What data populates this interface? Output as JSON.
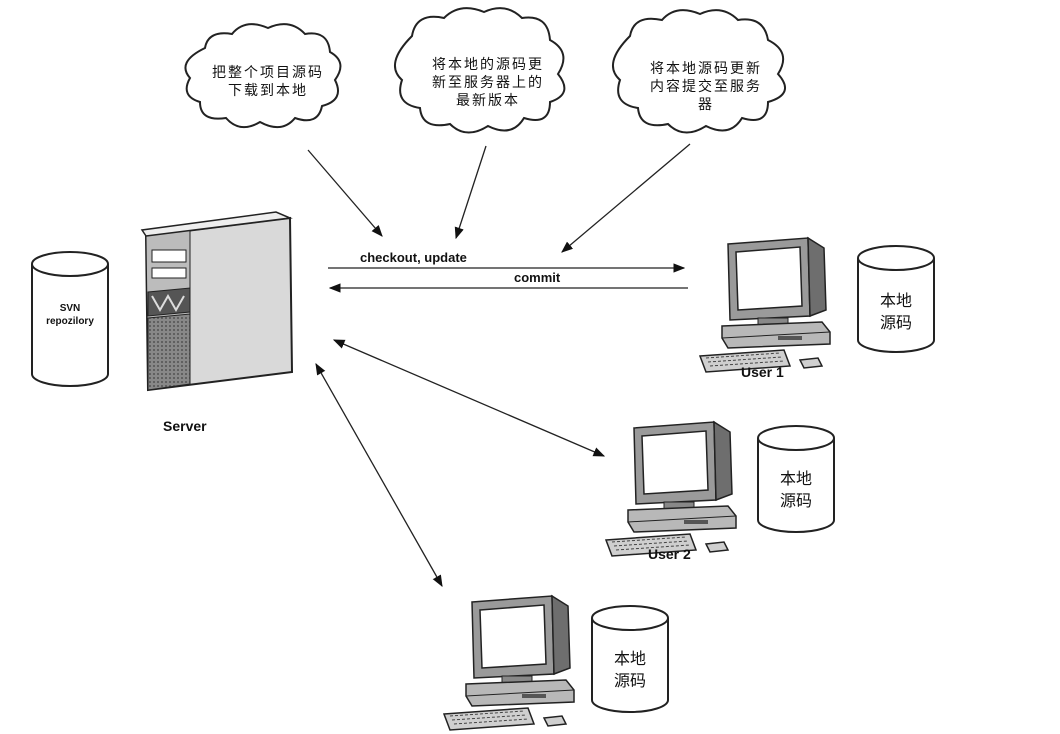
{
  "clouds": [
    {
      "line1": "把整个项目源码",
      "line2": "下载到本地",
      "line3": ""
    },
    {
      "line1": "将本地的源码更",
      "line2": "新至服务器上的",
      "line3": "最新版本"
    },
    {
      "line1": "将本地源码更新",
      "line2": "内容提交至服务",
      "line3": "器"
    }
  ],
  "server": {
    "label": "Server"
  },
  "repository": {
    "line1": "SVN",
    "line2": "repozilory"
  },
  "arrows": {
    "checkout_label": "checkout, update",
    "commit_label": "commit"
  },
  "users": [
    {
      "label": "User 1",
      "storage_line1": "本地",
      "storage_line2": "源码"
    },
    {
      "label": "User 2",
      "storage_line1": "本地",
      "storage_line2": "源码"
    },
    {
      "label": "",
      "storage_line1": "本地",
      "storage_line2": "源码"
    }
  ]
}
